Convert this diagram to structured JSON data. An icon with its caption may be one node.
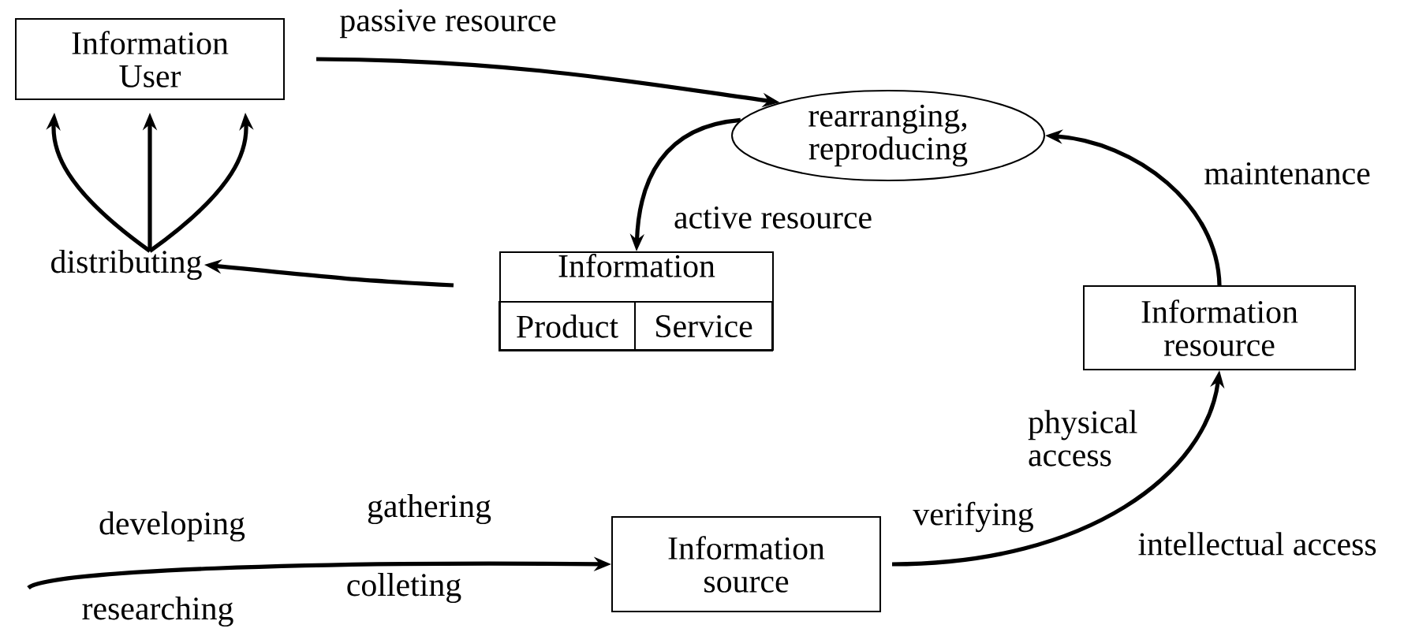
{
  "diagram": {
    "nodes": [
      {
        "text": [
          "Information User"
        ]
      },
      {
        "text": [
          "rearranging, reproducing"
        ]
      },
      {
        "text": [
          "Information"
        ]
      },
      {
        "text": [
          "Product"
        ],
        "in": 2
      },
      {
        "text": [
          "Service"
        ],
        "in": 2
      },
      {
        "text": [
          "Information resource"
        ]
      },
      {
        "text": [
          "Information source"
        ]
      },
      {
        "text": [
          "distributing"
        ]
      }
    ],
    "edges": [
      {
        "from": 0,
        "to": 1,
        "arrow": "to",
        "label": "passive resource"
      },
      {
        "from": 1,
        "to": 2,
        "arrow": "to",
        "label": "active resource"
      },
      {
        "from": 2,
        "to": 7,
        "arrow": "to"
      },
      {
        "from": 7,
        "to": 0,
        "arrow": "to"
      },
      {
        "from": 7,
        "to": 0,
        "arrow": "to"
      },
      {
        "from": 7,
        "to": 0,
        "arrow": "to"
      },
      {
        "from": 5,
        "to": 1,
        "arrow": "to",
        "label": "maintenance"
      },
      {
        "from": 6,
        "to": 5,
        "arrow": "to"
      },
      {
        "from": null,
        "to": 6,
        "arrow": "to"
      }
    ],
    "labels": [
      "physical access",
      "gathering",
      "verifying",
      "developing",
      "intellectual access",
      "colleting",
      "researching"
    ]
  }
}
